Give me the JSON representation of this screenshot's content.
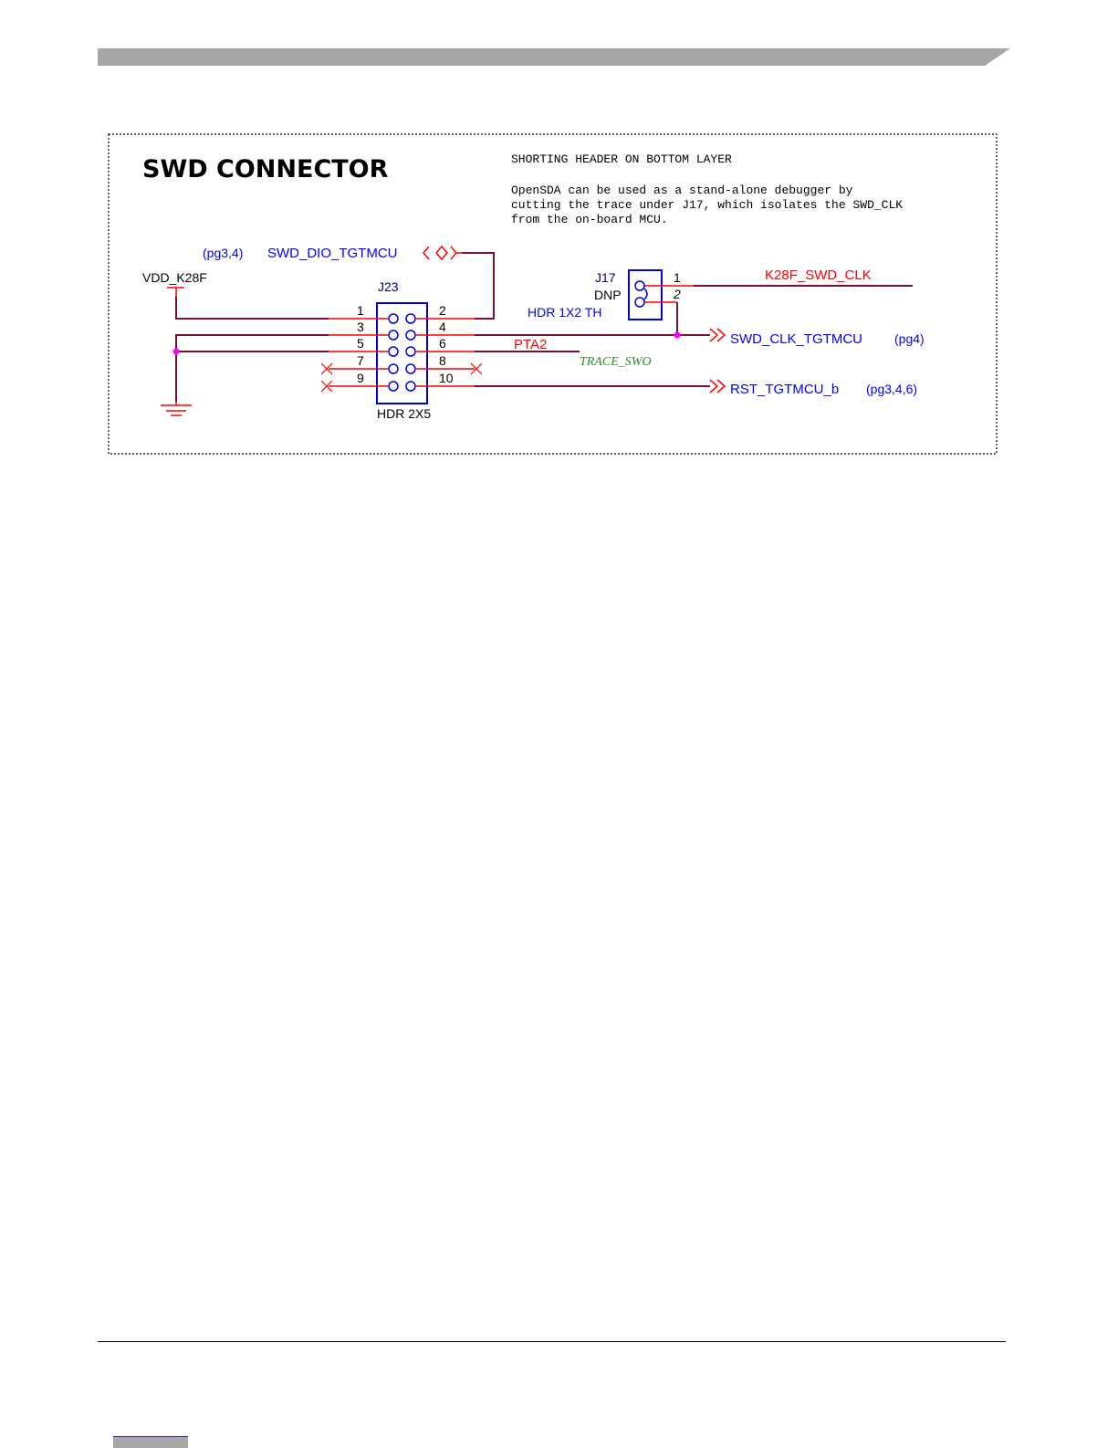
{
  "diagram": {
    "title": "SWD CONNECTOR",
    "note_heading": "SHORTING HEADER ON BOTTOM LAYER",
    "note_lines": [
      "OpenSDA can be used as a stand-alone debugger by",
      "cutting the trace under J17, which isolates the SWD_CLK",
      "from the on-board MCU."
    ],
    "power_net": "VDD_K28F",
    "j23": {
      "refdes": "J23",
      "footprint": "HDR 2X5",
      "pins": [
        "1",
        "2",
        "3",
        "4",
        "5",
        "6",
        "7",
        "8",
        "9",
        "10"
      ]
    },
    "j17": {
      "refdes": "J17",
      "dnp": "DNP",
      "footprint": "HDR 1X2 TH",
      "pins": [
        "1",
        "2"
      ]
    },
    "nets": {
      "swd_dio": "SWD_DIO_TGTMCU",
      "swd_dio_ref": "(pg3,4)",
      "k28f_swd_clk": "K28F_SWD_CLK",
      "swd_clk": "SWD_CLK_TGTMCU",
      "swd_clk_ref": "(pg4)",
      "pta2": "PTA2",
      "trace_swo": "TRACE_SWO",
      "rst": "RST_TGTMCU_b",
      "rst_ref": "(pg3,4,6)"
    },
    "colors": {
      "wire": "#7a0f3a",
      "pin_stub": "#ff0000",
      "component": "#0000e0",
      "net_label_blue": "#0000ff",
      "net_label_red": "#ff0000",
      "junction": "#ff00ff",
      "trace_label": "#2e8b2e",
      "header_bar": "#a6a6a6"
    }
  }
}
